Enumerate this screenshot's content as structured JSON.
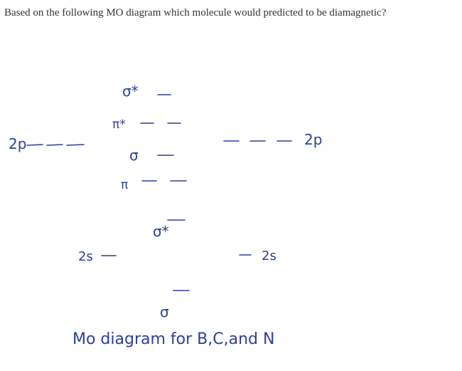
{
  "question": "Based on the following MO diagram which molecule would predicted to be diamagnetic?",
  "diagram": {
    "left_2p": "2p",
    "right_2p": "2p",
    "left_2s": "2s",
    "right_2s": "2s",
    "sigma_star_2p": "σ*",
    "pi_star_2p": "π*",
    "sigma_2p": "σ",
    "pi_2p": "π",
    "sigma_star_2s": "σ*",
    "sigma_2s": "σ",
    "caption": "Mo diagram for B,C,and N"
  }
}
